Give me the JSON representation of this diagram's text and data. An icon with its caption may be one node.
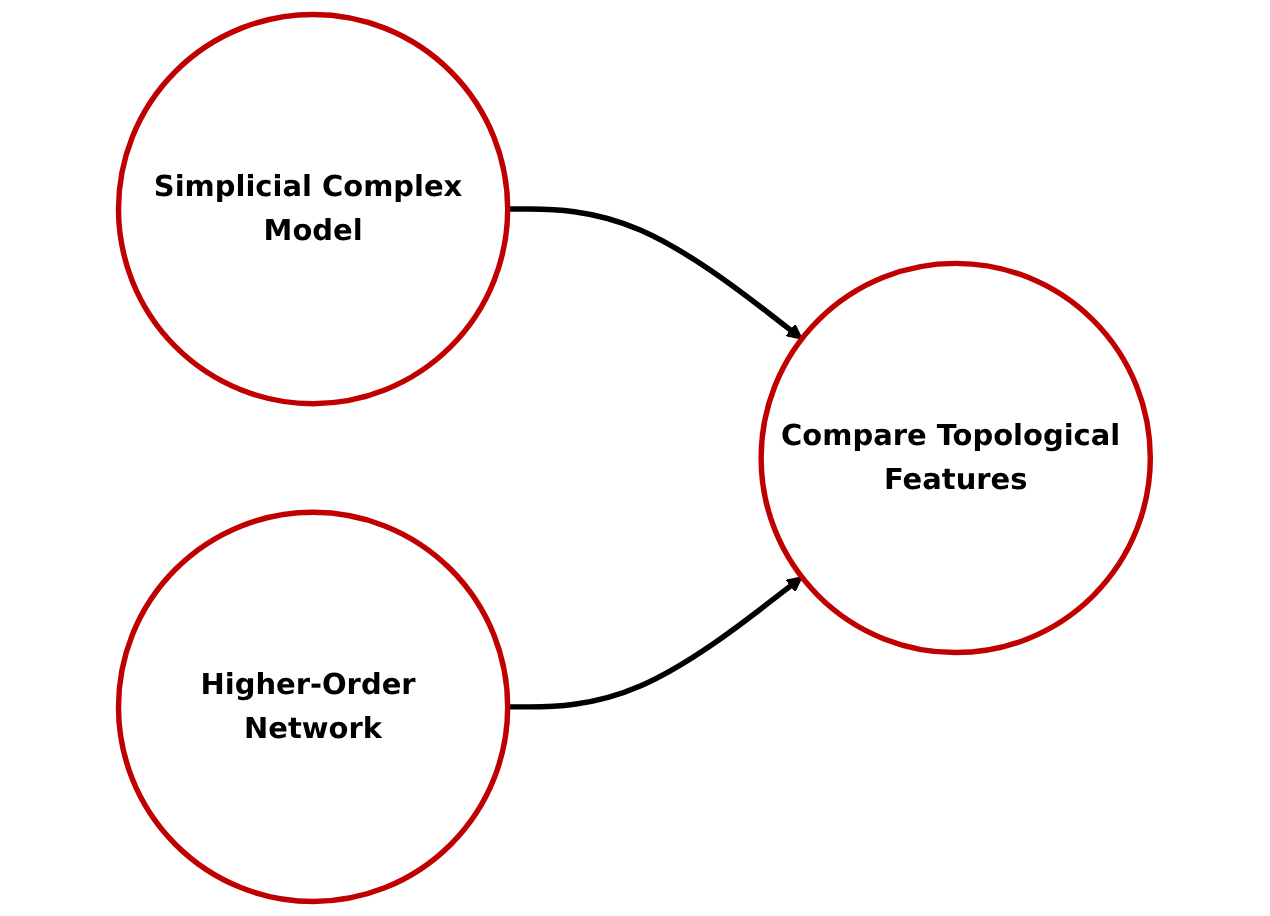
{
  "diagram": {
    "nodes": [
      {
        "text": [
          "Simplicial Complex Model"
        ]
      },
      {
        "text": [
          "Higher-Order Network"
        ]
      },
      {
        "text": [
          "Compare Topological Features"
        ]
      }
    ],
    "edges": [
      {
        "from": 0,
        "to": 2,
        "arrow": "to"
      },
      {
        "from": 1,
        "to": 2,
        "arrow": "to"
      }
    ]
  }
}
